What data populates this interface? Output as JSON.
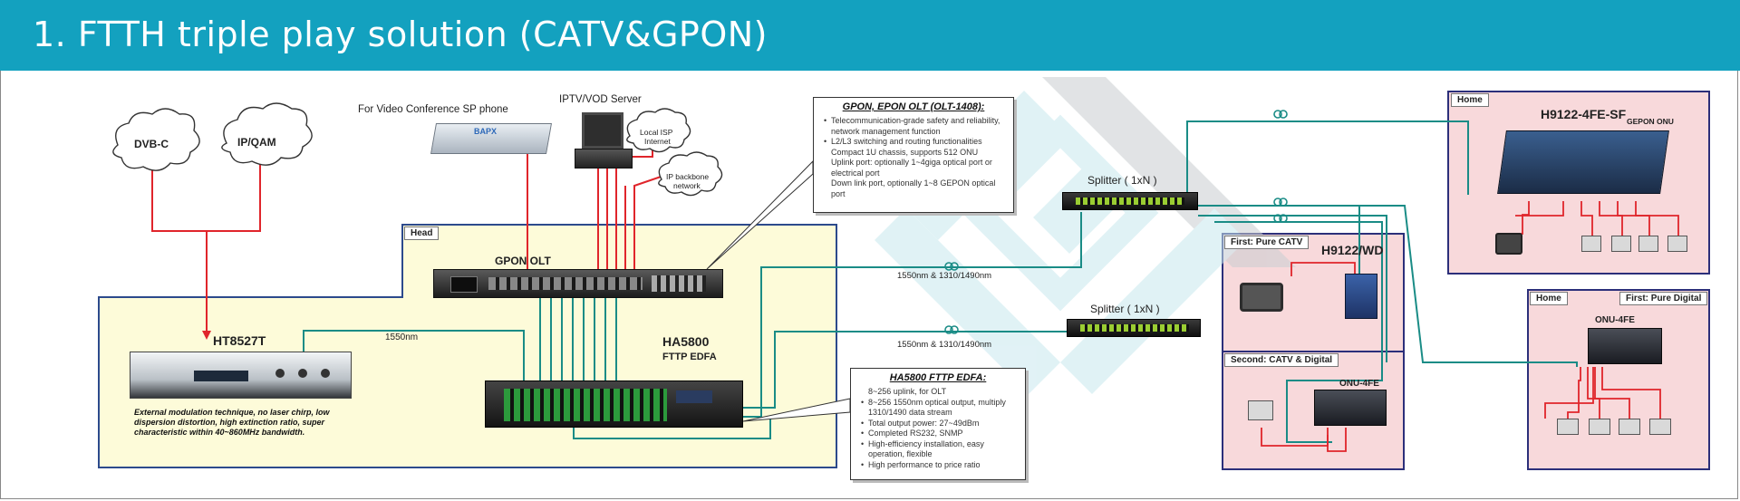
{
  "title": "1.  FTTH triple play solution (CATV&GPON)",
  "clouds": {
    "dvbc": "DVB-C",
    "ipqam": "IP/QAM",
    "isp_line1": "Local ISP",
    "isp_line2": "Internet",
    "backbone_line1": "IP backbone",
    "backbone_line2": "network"
  },
  "video_conf_label": "For Video Conference SP phone",
  "video_conf_device_brand": "BAPX",
  "iptv_label": "IPTV/VOD Server",
  "head_tab": "Head",
  "gpon_olt_label": "GPON OLT",
  "ht8527t_label": "HT8527T",
  "ha5800_label": "HA5800",
  "ftth_edfa_label": "FTTP EDFA",
  "link_1550": "1550nm",
  "ht_caption": "External modulation technique, no laser chirp, low dispersion distortion, high extinction ratio, super characteristic within 40~860MHz bandwidth.",
  "olt_box": {
    "heading": "GPON, EPON OLT  (OLT-1408):",
    "lines": [
      {
        "text": "Telecommunication-grade safety and reliability, network management function",
        "bullet": true
      },
      {
        "text": "L2/L3 switching and routing functionalities",
        "bullet": true
      },
      {
        "text": "Compact 1U chassis, supports 512 ONU",
        "bullet": false
      },
      {
        "text": "Uplink port: optionally 1~4giga optical port or electrical port",
        "bullet": false
      },
      {
        "text": "Down link port, optionally 1~8 GEPON optical port",
        "bullet": false
      }
    ]
  },
  "edfa_box": {
    "heading": "HA5800 FTTP EDFA:",
    "lines": [
      {
        "text": "8~256 uplink, for OLT",
        "bullet": false
      },
      {
        "text": "8~256 1550nm optical output, multiply 1310/1490 data stream",
        "bullet": true
      },
      {
        "text": "Total output power: 27~49dBm",
        "bullet": true
      },
      {
        "text": "Completed RS232, SNMP",
        "bullet": true
      },
      {
        "text": "High-efficiency installation, easy operation, flexible",
        "bullet": true
      },
      {
        "text": "High performance to price ratio",
        "bullet": true
      }
    ]
  },
  "splitter_top_label": "Splitter ( 1xN )",
  "splitter_bottom_label": "Splitter ( 1xN )",
  "wavelength_top": "1550nm & 1310/1490nm",
  "wavelength_bottom": "1550nm & 1310/1490nm",
  "home_top": {
    "tab": "Home",
    "model": "H9122-4FE-SF",
    "sub": "GEPON ONU"
  },
  "mid_panel": {
    "tab1": "First: Pure CATV",
    "model": "H9122/WD",
    "tab2": "Second: CATV & Digital",
    "model2": "ONU-4FE"
  },
  "home_right": {
    "tab": "Home",
    "tab2": "First: Pure Digital",
    "model": "ONU-4FE"
  }
}
